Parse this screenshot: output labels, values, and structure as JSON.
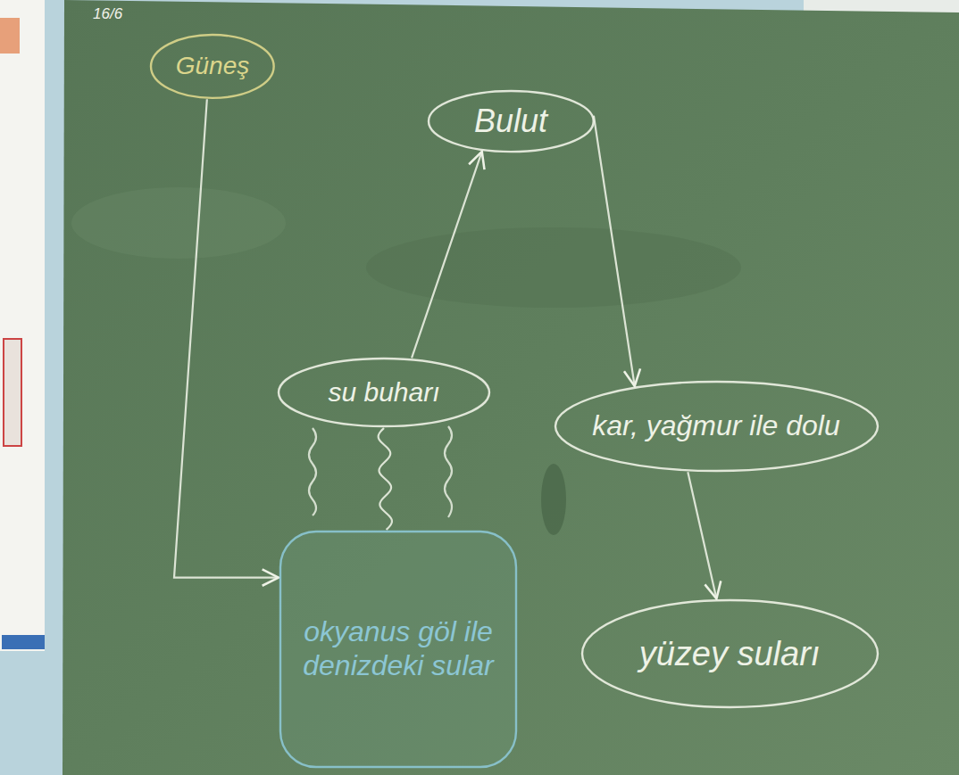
{
  "diagram": {
    "nodes": [
      {
        "text": [
          "Güneş"
        ]
      },
      {
        "text": [
          "Bulut"
        ]
      },
      {
        "text": [
          "su buharı"
        ]
      },
      {
        "text": [
          "kar, yağmur ile dolu"
        ]
      },
      {
        "text": [
          "okyanus göl ile denizdeki sular"
        ]
      },
      {
        "text": [
          "yüzey suları"
        ]
      }
    ],
    "edges": [
      {
        "from": 0,
        "to": 4,
        "arrow": "to"
      },
      {
        "from": 2,
        "to": 1,
        "arrow": "to"
      },
      {
        "from": 1,
        "to": 3,
        "arrow": "to"
      },
      {
        "from": 3,
        "to": 5,
        "arrow": "to"
      },
      {
        "from": 4,
        "to": 2,
        "arrow": "none"
      }
    ],
    "labels": [
      "16/6"
    ]
  }
}
